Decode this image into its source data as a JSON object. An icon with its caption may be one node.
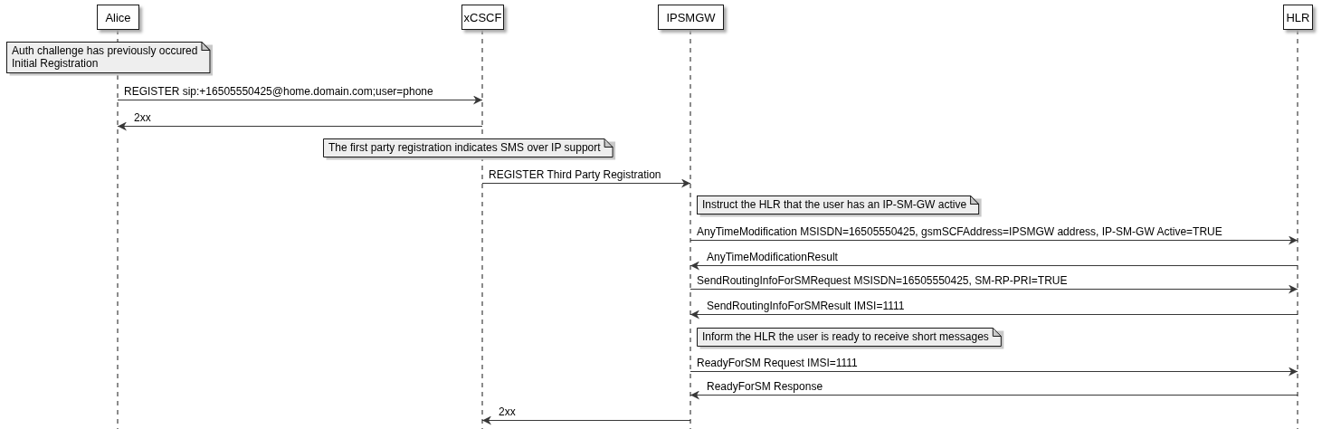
{
  "diagram": {
    "nodes": [
      {
        "text": [
          "Alice"
        ]
      },
      {
        "text": [
          "xCSCF"
        ]
      },
      {
        "text": [
          "IPSMGW"
        ]
      },
      {
        "text": [
          "HLR"
        ]
      },
      {
        "text": [
          "Auth challenge has previously occured",
          "Initial Registration"
        ]
      },
      {
        "text": [
          "The first party registration indicates SMS over IP support"
        ]
      },
      {
        "text": [
          "Instruct the HLR that the user has an IP-SM-GW active"
        ]
      },
      {
        "text": [
          "Inform the HLR the user is ready to receive short messages"
        ]
      }
    ],
    "edges": [
      {
        "from": 0,
        "to": 1,
        "arrow": "to",
        "label": "REGISTER sip:+16505550425@home.domain.com;user=phone"
      },
      {
        "from": 1,
        "to": 0,
        "arrow": "to",
        "label": "2xx"
      },
      {
        "from": 1,
        "to": 2,
        "arrow": "to",
        "label": "REGISTER Third Party Registration"
      },
      {
        "from": 2,
        "to": 3,
        "arrow": "to",
        "label": "AnyTimeModification MSISDN=16505550425, gsmSCFAddress=IPSMGW address, IP-SM-GW Active=TRUE"
      },
      {
        "from": 3,
        "to": 2,
        "arrow": "to",
        "label": "AnyTimeModificationResult"
      },
      {
        "from": 2,
        "to": 3,
        "arrow": "to",
        "label": "SendRoutingInfoForSMRequest MSISDN=16505550425, SM-RP-PRI=TRUE"
      },
      {
        "from": 3,
        "to": 2,
        "arrow": "to",
        "label": "SendRoutingInfoForSMResult IMSI=1111"
      },
      {
        "from": 2,
        "to": 3,
        "arrow": "to",
        "label": "ReadyForSM Request IMSI=1111"
      },
      {
        "from": 3,
        "to": 2,
        "arrow": "to",
        "label": "ReadyForSM Response"
      },
      {
        "from": 2,
        "to": 1,
        "arrow": "to",
        "label": "2xx"
      }
    ]
  }
}
